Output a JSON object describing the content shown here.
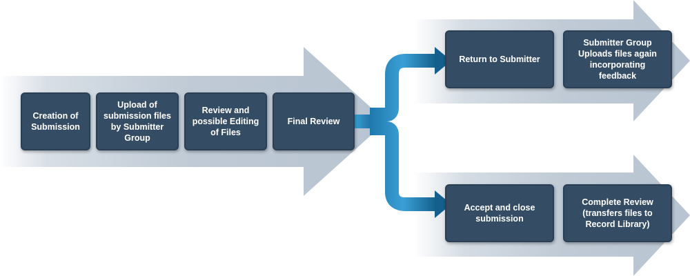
{
  "steps": {
    "creation": "Creation of\nSubmission",
    "upload": "Upload of\nsubmission files\nby Submitter\nGroup",
    "review": "Review and\npossible Editing\nof Files",
    "final_review": "Final Review",
    "return_to_submitter": "Return to Submitter",
    "submitter_reupload": "Submitter Group\nUploads files again\nincorporating\nfeedback",
    "accept_close": "Accept and close\nsubmission",
    "complete_review": "Complete Review\n(transfers files to\nRecord Library)"
  },
  "colors": {
    "box_fill": "#344d65",
    "box_border": "#2a3f53",
    "box_text": "#ffffff",
    "band_arrow": "#b8c4d1",
    "connector_light": "#3aa0d6",
    "connector_dark": "#155f8c"
  },
  "icons": {
    "band_arrows": "wide-arrow-shape",
    "connector": "branching-arrow"
  }
}
